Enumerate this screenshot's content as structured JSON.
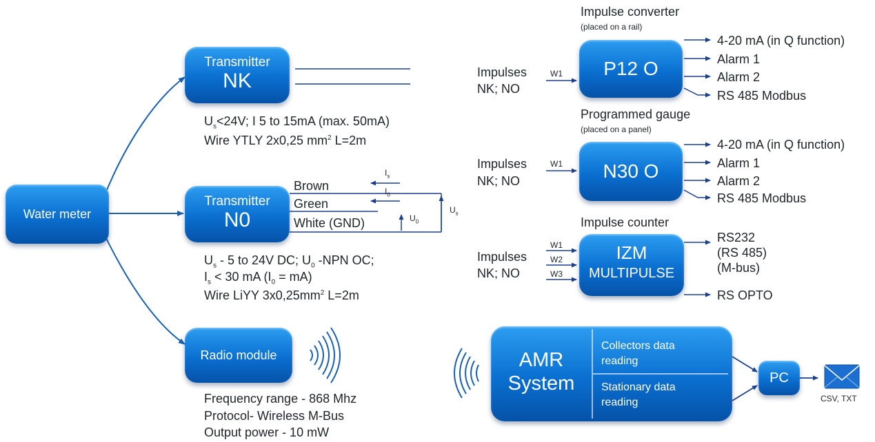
{
  "water_meter": "Water meter",
  "nk": {
    "line1": "Transmitter",
    "line2": "NK",
    "spec1": {
      "pre": "U",
      "sub": "s",
      "post": "<24V; I 5 to 15mA (max. 50mA)"
    },
    "spec2": {
      "pre": "Wire YTLY 2x0,25 mm",
      "sup": "2",
      "post": " L=2m"
    }
  },
  "n0": {
    "line1": "Transmitter",
    "line2": "N0",
    "wires": [
      "Brown",
      "Green",
      "White (GND)"
    ],
    "current_labels": {
      "is": "I",
      "is_sub": "s",
      "i0": "I",
      "i0_sub": "0"
    },
    "u0": {
      "t": "U",
      "sub": "0"
    },
    "us": {
      "t": "U",
      "sub": "s"
    },
    "spec1": {
      "a": "U",
      "a_sub": "s",
      "b": " - 5 to 24V DC; U",
      "b_sub": "0",
      "c": " -NPN OC;"
    },
    "spec2": {
      "a": "I",
      "a_sub": "s",
      "b": " < 30 mA (I",
      "b_sub": "0",
      "c": " = mA)"
    },
    "spec3": {
      "pre": "Wire LiYY 3x0,25mm",
      "sup": "2",
      "post": " L=2m"
    }
  },
  "radio": {
    "label": "Radio module",
    "specs": [
      "Frequency range - 868 Mhz",
      "Protocol- Wireless M-Bus",
      "Output power - 10 mW"
    ]
  },
  "p12": {
    "title": "Impulse converter",
    "subtitle": "(placed on a rail)",
    "label": "P12 O",
    "input": [
      "Impulses",
      "NK; NO"
    ],
    "wire": "W1",
    "outputs": [
      "4-20 mA (in Q function)",
      "Alarm 1",
      "Alarm 2",
      "RS 485 Modbus"
    ]
  },
  "n30": {
    "title": "Programmed gauge",
    "subtitle": "(placed on a panel)",
    "label": "N30 O",
    "input": [
      "Impulses",
      "NK; NO"
    ],
    "wire": "W1",
    "outputs": [
      "4-20 mA (in Q function)",
      "Alarm 1",
      "Alarm 2",
      "RS 485 Modbus"
    ]
  },
  "izm": {
    "title": "Impulse counter",
    "line1": "IZM",
    "line2": "MULTIPULSE",
    "input": [
      "Impulses",
      "NK; NO"
    ],
    "wires": [
      "W1",
      "W2",
      "W3"
    ],
    "outputs": [
      "RS232",
      "(RS 485)",
      "(M-bus)"
    ],
    "output2": "RS OPTO"
  },
  "amr": {
    "line1": "AMR",
    "line2": "System",
    "cell1": [
      "Collectors data",
      "reading"
    ],
    "cell2": [
      "Stationary data",
      "reading"
    ]
  },
  "pc": "PC",
  "export": "CSV, TXT",
  "colors": {
    "accent": "#0a6fd0",
    "arrow": "#1a5fb0",
    "wire": "#1b3f8f"
  }
}
